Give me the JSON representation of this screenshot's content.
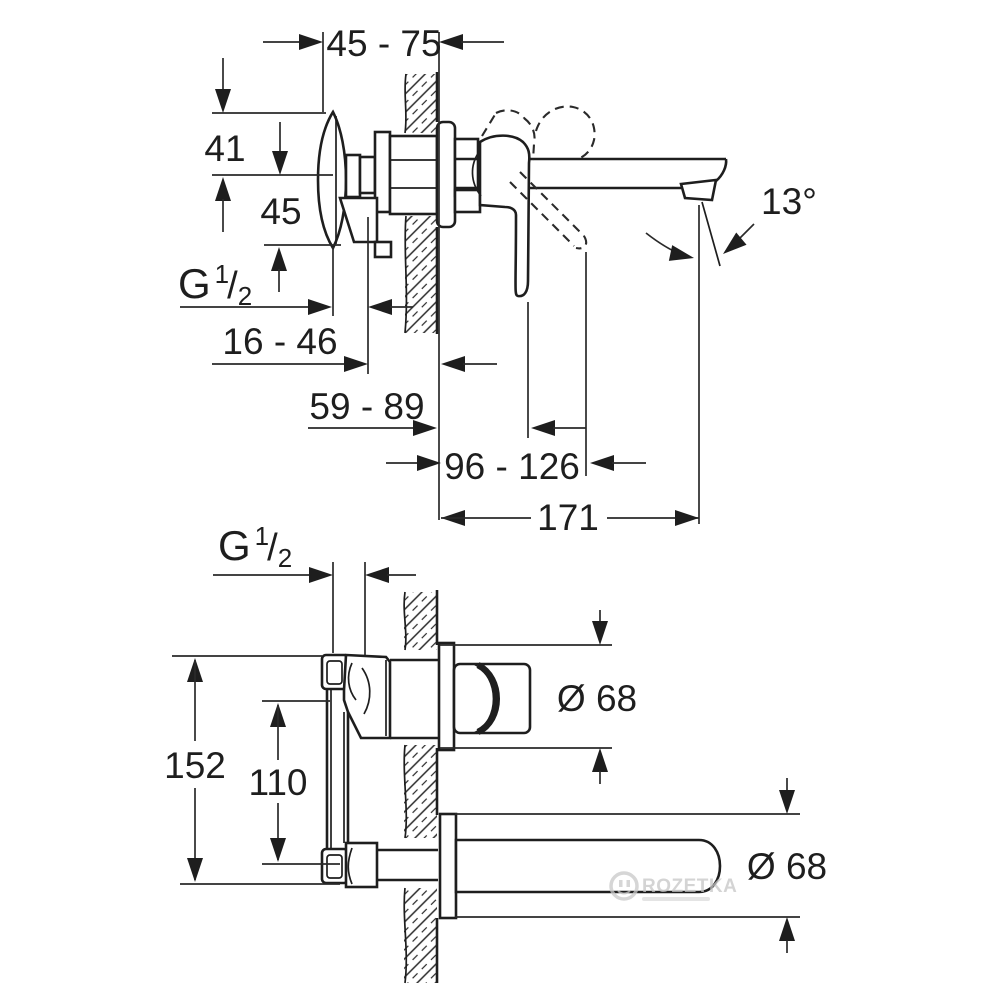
{
  "side_view": {
    "dims": {
      "depth_range": "45 - 75",
      "d41": "41",
      "d45": "45",
      "thread": {
        "g": "G",
        "num": "1",
        "slash": "/",
        "den": "2"
      },
      "d16_46": "16 - 46",
      "d59_89": "59 - 89",
      "d96_126": "96 - 126",
      "d171": "171",
      "spout_angle": "13°"
    }
  },
  "front_view": {
    "dims": {
      "thread": {
        "g": "G",
        "num": "1",
        "slash": "/",
        "den": "2"
      },
      "d152": "152",
      "d110": "110",
      "dia_handle": "Ø 68",
      "dia_spout": "Ø 68"
    }
  },
  "watermark": {
    "brand": "ROZETKA"
  },
  "colors": {
    "line": "#1e1e1e",
    "dimension": "#2a2a2a",
    "watermark": "#c6c6c6",
    "background": "#ffffff"
  }
}
